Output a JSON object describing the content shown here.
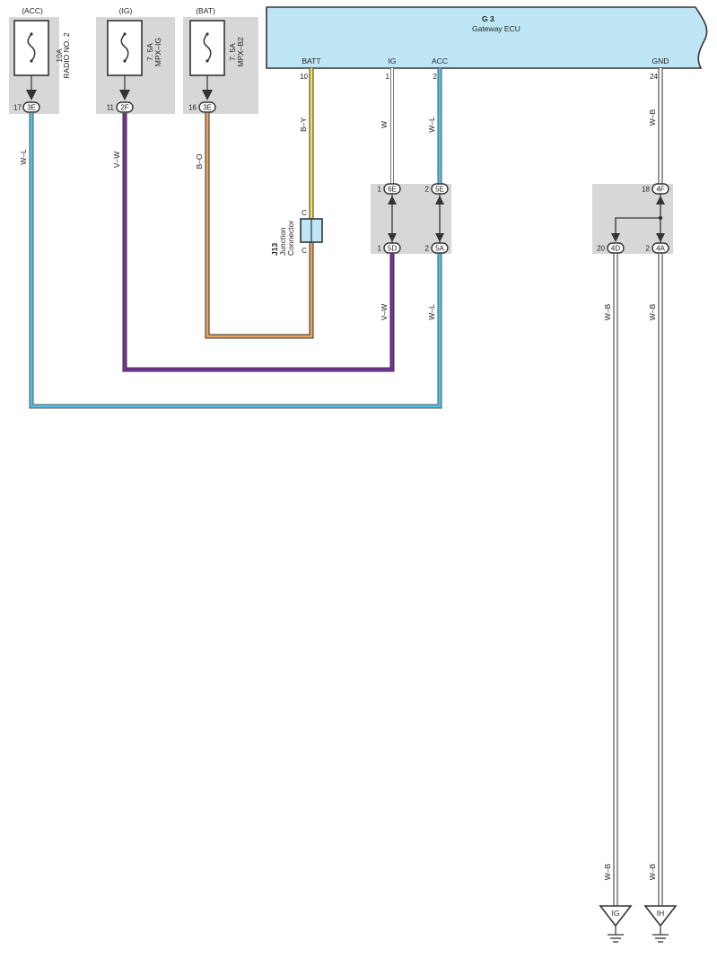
{
  "colors": {
    "ecu_fill": "#bfe6f5",
    "panel_fill": "#d7d7d7",
    "wire_WL": "#4fc1e9",
    "wire_VW": "#7b2fa0",
    "wire_BO": "#e8a25a",
    "wire_BY": "#f5e15a",
    "wire_W": "#ffffff",
    "wire_WB": "#ffffff",
    "outline": "#333333"
  },
  "fuses": [
    {
      "source": "(ACC)",
      "rating": "10A",
      "name": "RADIO NO. 2",
      "pin": "17",
      "connector": "3E",
      "wire": "W–L"
    },
    {
      "source": "(IG)",
      "rating": "7. 5A",
      "name": "MPX–IG",
      "pin": "11",
      "connector": "2F",
      "wire": "V–W"
    },
    {
      "source": "(BAT)",
      "rating": "7. 5A",
      "name": "MPX–B2",
      "pin": "16",
      "connector": "3E",
      "wire": "B–O"
    }
  ],
  "ecu": {
    "code": "G 3",
    "name": "Gateway ECU",
    "terminals": [
      {
        "name": "BATT",
        "pin": "10",
        "wire": "B–Y"
      },
      {
        "name": "IG",
        "pin": "1",
        "wire": "W"
      },
      {
        "name": "ACC",
        "pin": "2",
        "wire": "W–L"
      },
      {
        "name": "GND",
        "pin": "24",
        "wire": "W–B"
      }
    ]
  },
  "junction": {
    "code": "J13",
    "line1": "Junction",
    "line2": "Connector",
    "pin_label": "C"
  },
  "middle_block": {
    "top": [
      {
        "pin": "1",
        "connector": "6E"
      },
      {
        "pin": "2",
        "connector": "5E"
      }
    ],
    "bottom": [
      {
        "pin": "1",
        "connector": "5D",
        "wire": "V–W"
      },
      {
        "pin": "2",
        "connector": "5A",
        "wire": "W–L"
      }
    ]
  },
  "ground_block": {
    "top": {
      "pin": "18",
      "connector": "4F"
    },
    "bottom": [
      {
        "pin": "20",
        "connector": "4D",
        "wire": "W–B"
      },
      {
        "pin": "2",
        "connector": "4A",
        "wire": "W–B"
      }
    ]
  },
  "grounds": [
    {
      "label": "IG",
      "wire": "W–B"
    },
    {
      "label": "IH",
      "wire": "W–B"
    }
  ]
}
